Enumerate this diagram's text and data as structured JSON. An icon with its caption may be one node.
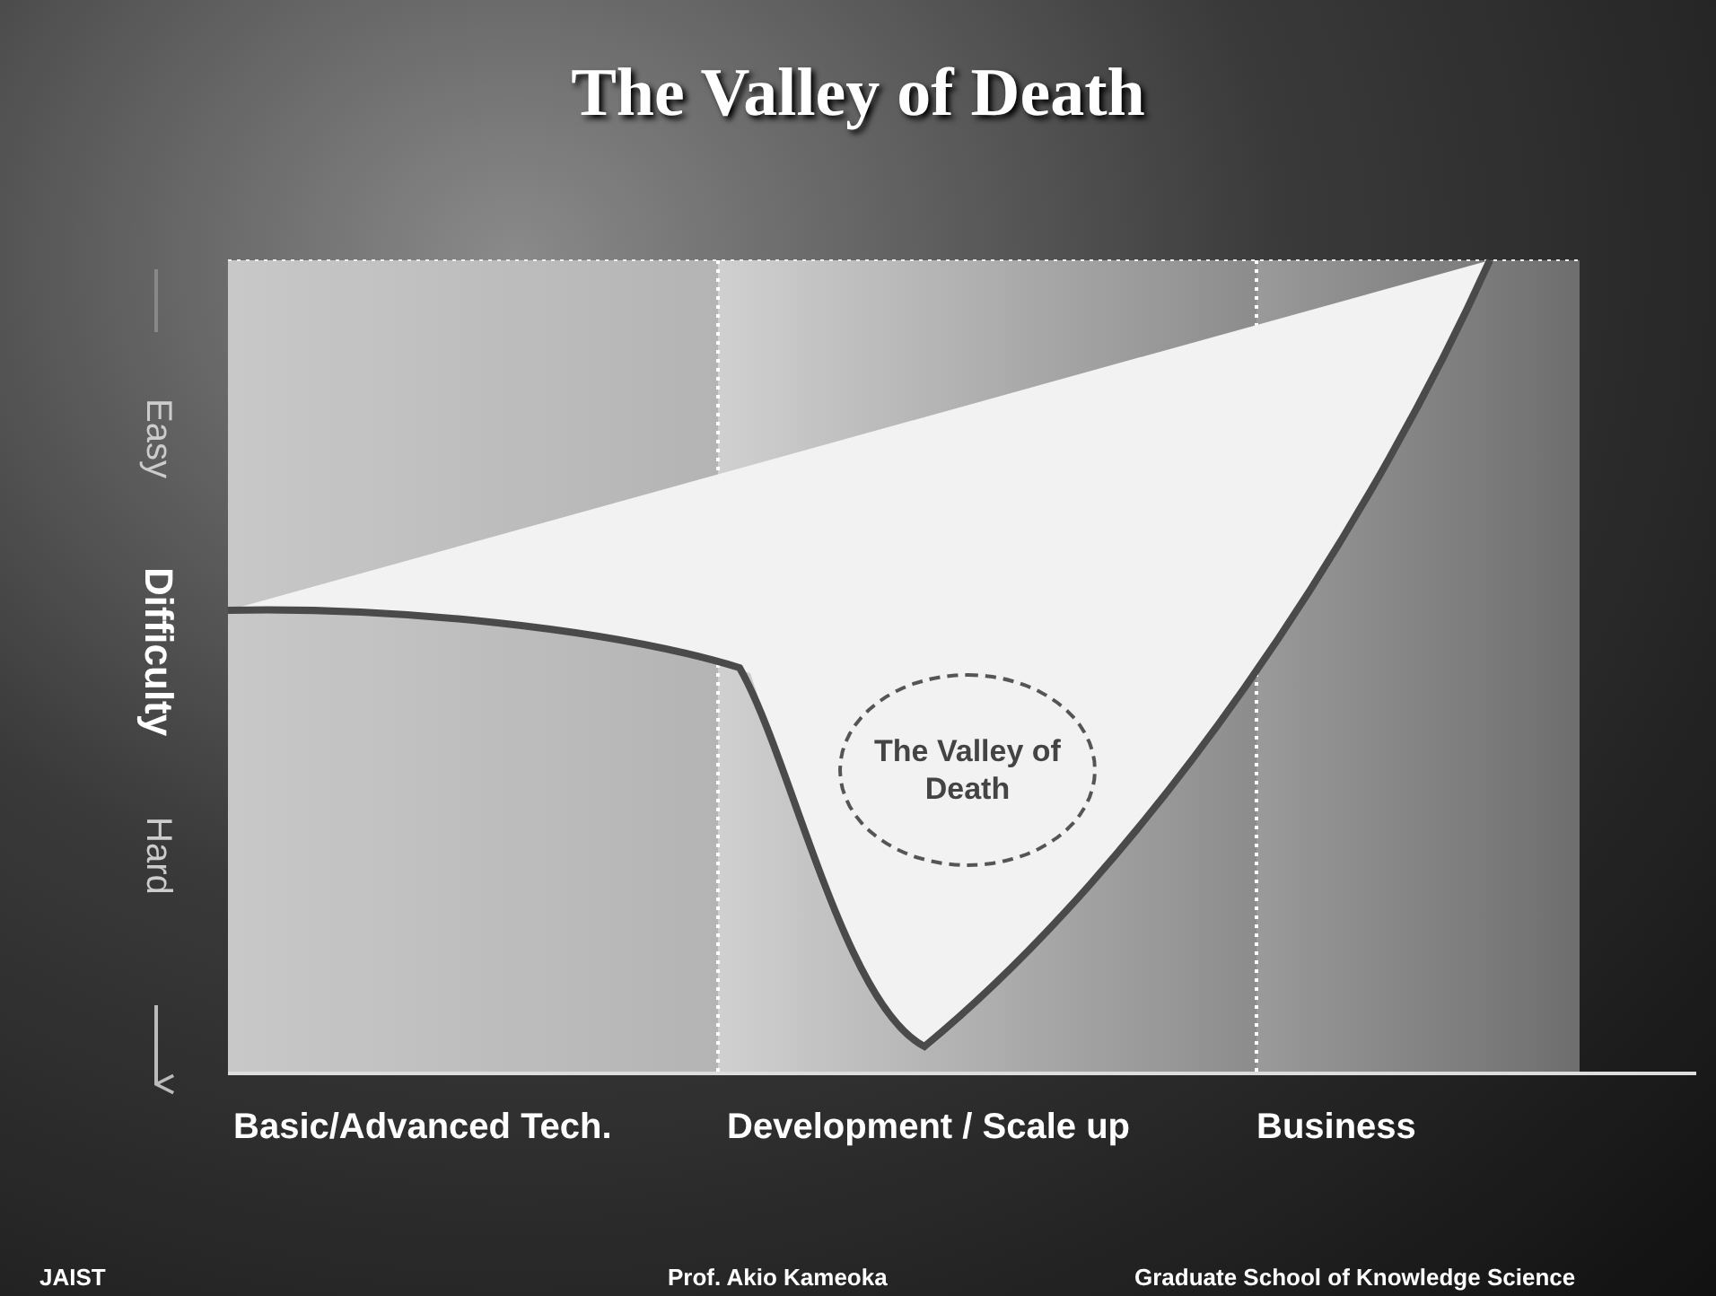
{
  "diagram": {
    "title": "The Valley of Death",
    "nodes": [
      {
        "text": [
          "The Valley of Death"
        ]
      }
    ],
    "labels": [
      "Easy",
      "Difficulty",
      "Hard",
      "Basic/Advanced Tech.",
      "Development / Scale up",
      "Business",
      "JAIST",
      "Prof. Akio Kameoka",
      "Graduate School of Knowledge Science"
    ]
  }
}
